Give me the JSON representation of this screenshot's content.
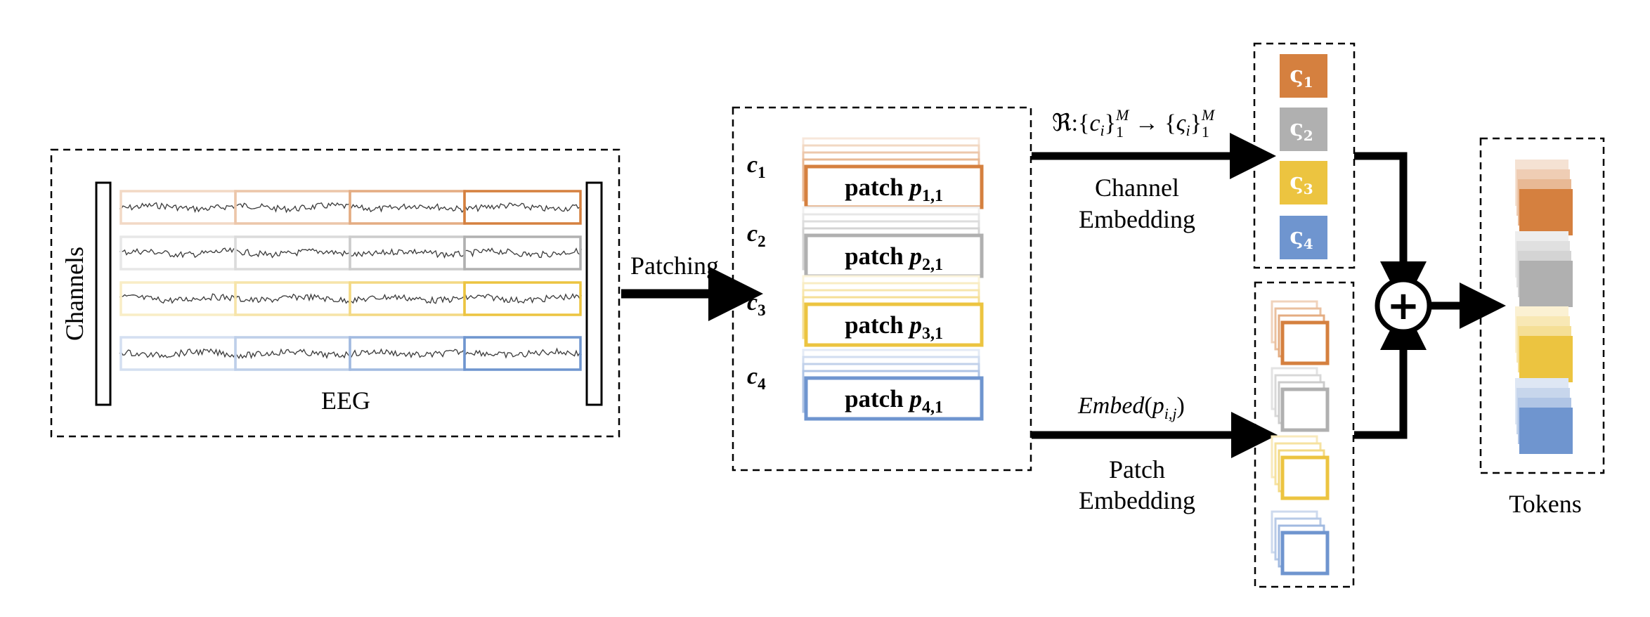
{
  "eeg": {
    "channels_label": "Channels",
    "eeg_label": "EEG",
    "channel_colors": [
      "#d5803f",
      "#b0b0b0",
      "#ecc440",
      "#6f95cf"
    ]
  },
  "patching_label": "Patching",
  "patches": {
    "channel_labels": [
      {
        "base": "c",
        "sub": "1"
      },
      {
        "base": "c",
        "sub": "2"
      },
      {
        "base": "c",
        "sub": "3"
      },
      {
        "base": "c",
        "sub": "4"
      }
    ],
    "patch_labels": [
      {
        "text": "patch ",
        "var": "p",
        "sub": "1,1"
      },
      {
        "text": "patch ",
        "var": "p",
        "sub": "2,1"
      },
      {
        "text": "patch ",
        "var": "p",
        "sub": "3,1"
      },
      {
        "text": "patch ",
        "var": "p",
        "sub": "4,1"
      }
    ]
  },
  "channel_embedding": {
    "formula": {
      "prefix": "ℜ:{",
      "c": "c",
      "ci_sub": "i",
      "mid": "}",
      "sub1": "1",
      "sup": "M",
      "arrow": " → {",
      "s": "ς",
      "close": "}"
    },
    "label_line1": "Channel",
    "label_line2": "Embedding",
    "tokens": [
      {
        "sym": "ς",
        "sub": "1"
      },
      {
        "sym": "ς",
        "sub": "2"
      },
      {
        "sym": "ς",
        "sub": "3"
      },
      {
        "sym": "ς",
        "sub": "4"
      }
    ]
  },
  "patch_embedding": {
    "formula": {
      "func": "Embed",
      "open": "(",
      "var": "p",
      "sub": "i,j",
      "close": ")"
    },
    "label_line1": "Patch",
    "label_line2": "Embedding"
  },
  "sum_symbol": "+",
  "tokens_label": "Tokens"
}
